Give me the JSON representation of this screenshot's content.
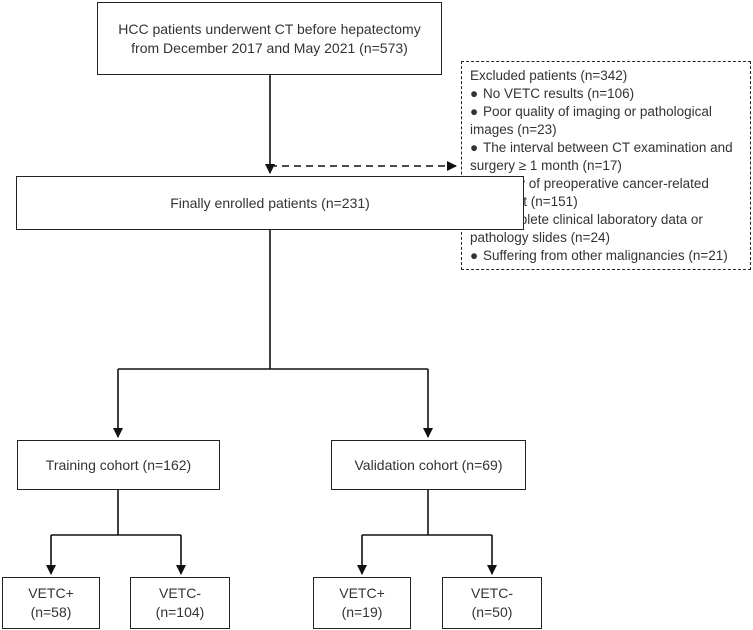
{
  "top_box": {
    "line1": "HCC patients underwent CT before hepatectomy",
    "line2": "from December 2017 and May 2021  (n=573)"
  },
  "excluded": {
    "title": "Excluded patients (n=342)",
    "items": [
      {
        "line1": "No VETC results (n=106)"
      },
      {
        "line1": "Poor quality of imaging or pathological",
        "line2": "images  (n=23)"
      },
      {
        "line1": "The interval between CT examination and",
        "line2": "surgery ≥ 1 month (n=17)"
      },
      {
        "line1": "History of preoperative cancer-related",
        "line2": "treatment (n=151)"
      },
      {
        "line1": "Incomplete clinical laboratory data or",
        "line2": "pathology slides (n=24)"
      },
      {
        "line1": "Suffering from other malignancies (n=21)"
      }
    ]
  },
  "enrolled_box": {
    "label": "Finally enrolled patients (n=231)"
  },
  "training_box": {
    "label": "Training cohort (n=162)"
  },
  "validation_box": {
    "label": "Validation cohort (n=69)"
  },
  "training_pos": {
    "line1": "VETC+",
    "line2": "(n=58)"
  },
  "training_neg": {
    "line1": "VETC-",
    "line2": "(n=104)"
  },
  "validation_pos": {
    "line1": "VETC+",
    "line2": "(n=19)"
  },
  "validation_neg": {
    "line1": "VETC-",
    "line2": "(n=50)"
  },
  "colors": {
    "line": "#111111",
    "text": "#333333"
  }
}
